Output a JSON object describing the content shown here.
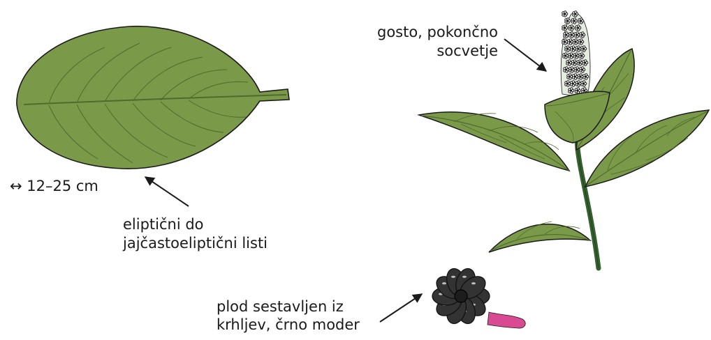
{
  "labels": {
    "leaf_size": "↔ 12–25 cm",
    "leaf_line1": "eliptični do",
    "leaf_line2": "jajčastoeliptični listi",
    "inflorescence_line1": "gosto, pokončno",
    "inflorescence_line2": "socvetje",
    "fruit_line1": "plod sestavljen iz",
    "fruit_line2": "krhljev, črno moder"
  },
  "colors": {
    "leaf_fill": "#7a9a4a",
    "leaf_vein": "#4f6a2c",
    "outline": "#1a1a1a",
    "stem": "#33612e",
    "fruit": "#333333",
    "fruit_stalk": "#d94a93",
    "flower": "#ffffff"
  }
}
